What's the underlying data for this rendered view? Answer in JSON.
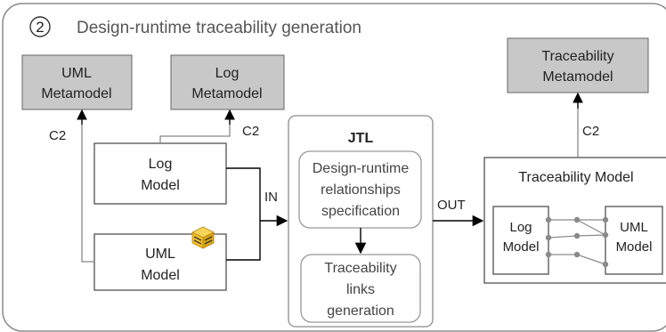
{
  "step": {
    "number": "2",
    "title": "Design-runtime traceability generation"
  },
  "boxes": {
    "uml_metamodel": [
      "UML",
      "Metamodel"
    ],
    "log_metamodel": [
      "Log",
      "Metamodel"
    ],
    "traceability_metamodel": [
      "Traceability",
      "Metamodel"
    ],
    "log_model": [
      "Log",
      "Model"
    ],
    "uml_model": [
      "UML",
      "Model"
    ],
    "jtl": "JTL",
    "spec": [
      "Design-runtime",
      "relationships",
      "specification"
    ],
    "links_gen": [
      "Traceability",
      "links",
      "generation"
    ],
    "traceability_model": "Traceability Model",
    "inner_log_model": [
      "Log",
      "Model"
    ],
    "inner_uml_model": [
      "UML",
      "Model"
    ]
  },
  "edge_labels": {
    "c2_uml": "C2",
    "c2_log": "C2",
    "c2_trace": "C2",
    "in": "IN",
    "out": "OUT"
  },
  "colors": {
    "metamodel_fill": "#c8c8c8",
    "frame_stroke": "#8c8c8c",
    "rounded_stroke": "#999999",
    "model_stroke": "#444444",
    "text": "#222222",
    "title_text": "#555555",
    "link_dot": "#8a8a8a",
    "icon_yellow": "#f2c12e",
    "icon_dark": "#3a3a3a"
  },
  "icons": {
    "uml_model_badge": "model-package-icon"
  }
}
